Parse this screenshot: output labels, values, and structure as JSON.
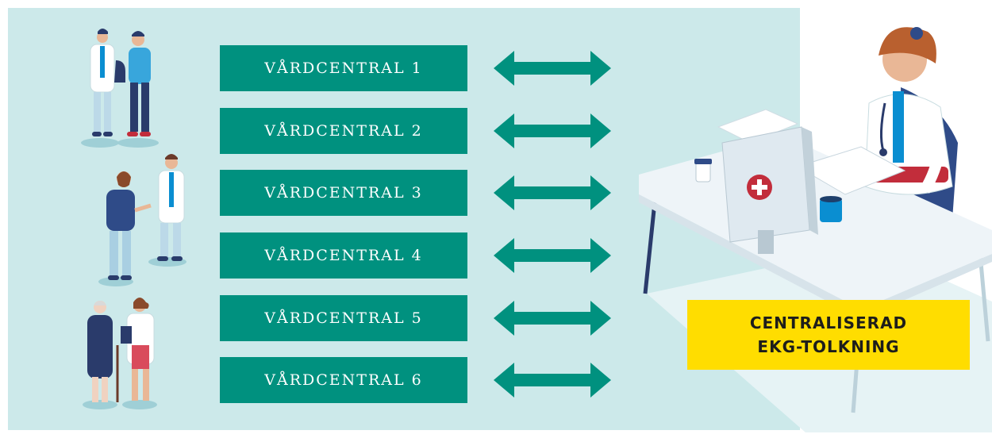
{
  "centers": [
    {
      "label": "VÅRDCENTRAL 1"
    },
    {
      "label": "VÅRDCENTRAL 2"
    },
    {
      "label": "VÅRDCENTRAL 3"
    },
    {
      "label": "VÅRDCENTRAL 4"
    },
    {
      "label": "VÅRDCENTRAL 5"
    },
    {
      "label": "VÅRDCENTRAL 6"
    }
  ],
  "hub": {
    "line1": "CENTRALISERAD",
    "line2": "EKG-TOLKNING"
  },
  "colors": {
    "background_panel": "#cce9ea",
    "teal": "#00917f",
    "label_yellow": "#ffdd00",
    "label_text": "#1d1d1b"
  },
  "icons": {
    "arrows": "double-headed-arrow-icon",
    "people": "patient-doctor-pair-illustration",
    "hub": "doctor-at-computer-illustration"
  }
}
